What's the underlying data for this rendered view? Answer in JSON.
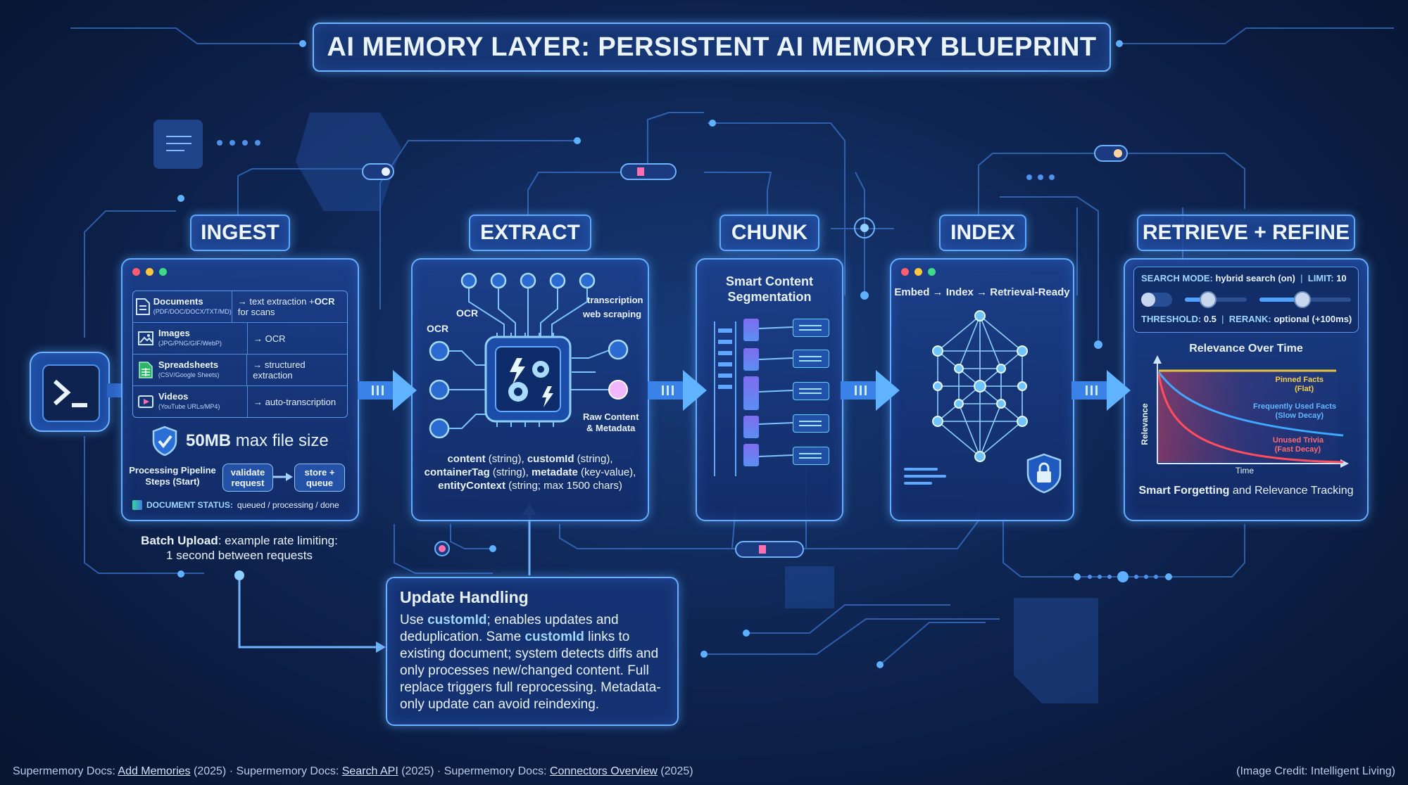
{
  "title": "AI MEMORY LAYER: PERSISTENT AI MEMORY BLUEPRINT",
  "stages": {
    "ingest": "INGEST",
    "extract": "EXTRACT",
    "chunk": "CHUNK",
    "index": "INDEX",
    "retrieve": "RETRIEVE + REFINE"
  },
  "ingest": {
    "file_types": [
      {
        "name": "Documents",
        "formats": "(PDF/DOC/DOCX/TXT/MD)",
        "arrow": "→",
        "action_plain": "text extraction +",
        "action_bold": "OCR",
        "action_tail": " for scans",
        "icon": "document-icon"
      },
      {
        "name": "Images",
        "formats": "(JPG/PNG/GIF/WebP)",
        "arrow": "→",
        "action_plain": "OCR",
        "action_bold": "",
        "action_tail": "",
        "icon": "image-icon"
      },
      {
        "name": "Spreadsheets",
        "formats": "(CSV/Google Sheets)",
        "arrow": "→",
        "action_plain": "structured extraction",
        "action_bold": "",
        "action_tail": "",
        "icon": "spreadsheet-icon"
      },
      {
        "name": "Videos",
        "formats": "(YouTube URLs/MP4)",
        "arrow": "→",
        "action_plain": "auto-transcription",
        "action_bold": "",
        "action_tail": "",
        "icon": "video-icon"
      }
    ],
    "max_size_bold": "50MB",
    "max_size_text": "max file size",
    "pipeline_label": "Processing Pipeline Steps (Start)",
    "step1": "validate request",
    "step2": "store + queue",
    "status_label": "DOCUMENT STATUS:",
    "status_value": "queued / processing / done",
    "batch_bold": "Batch Upload",
    "batch_text1": ": example rate limiting:",
    "batch_text2": "1 second between requests"
  },
  "extract": {
    "ocr_top": "OCR",
    "ocr_left": "OCR",
    "transcription": "transcription",
    "web_scraping": "web scraping",
    "raw_content": "Raw Content",
    "metadata": "& Metadata",
    "fields": {
      "f1": "content",
      "t1": " (string), ",
      "f2": "customId",
      "t2": " (string),",
      "f3": "containerTag",
      "t3": " (string), ",
      "f4": "metadate",
      "t4": " (key-value),",
      "f5": "entityContext",
      "t5": " (string; max 1500 chars)"
    }
  },
  "chunk": {
    "heading1": "Smart Content",
    "heading2": "Segmentation"
  },
  "index": {
    "caption": "Embed → Index → Retrieval-Ready"
  },
  "retrieve": {
    "search_mode_label": "SEARCH MODE:",
    "search_mode_value": "hybrid search (on)",
    "limit_label": "LIMIT:",
    "limit_value": "10",
    "threshold_label": "THRESHOLD:",
    "threshold_value": "0.5",
    "rerank_label": "RERANK:",
    "rerank_value": "optional (+100ms)",
    "slider1_fraction": 0.35,
    "slider2_fraction": 0.45,
    "chart_title": "Relevance Over Time",
    "y_axis": "Relevance",
    "x_axis": "Time",
    "legend_pinned1": "Pinned Facts",
    "legend_pinned2": "(Flat)",
    "legend_freq1": "Frequently Used Facts",
    "legend_freq2": "(Slow Decay)",
    "legend_unused1": "Unused Trivia",
    "legend_unused2": "(Fast Decay)",
    "footer_bold": "Smart Forgetting",
    "footer_text": " and Relevance Tracking"
  },
  "update": {
    "heading": "Update Handling",
    "p1": "Use ",
    "b1": "customId",
    "p2": "; enables updates and deduplication. Same ",
    "b2": "customId",
    "p3": " links to existing document; system detects diffs and only processes new/changed content. Full replace triggers full reprocessing. Metadata-only update can avoid reindexing."
  },
  "footer": {
    "s1": "Supermemory Docs: ",
    "l1": "Add Memories",
    "s2": " (2025) · Supermemory Docs: ",
    "l2": "Search API",
    "s3": " (2025) · Supermemory Docs: ",
    "l3": "Connectors Overview",
    "s4": " (2025)",
    "credit": "(Image Credit: Intelligent Living)"
  },
  "colors": {
    "accent": "#64acff",
    "pinned": "#e8c23a",
    "frequent": "#3ea8ff",
    "unused": "#ff4d5e"
  }
}
